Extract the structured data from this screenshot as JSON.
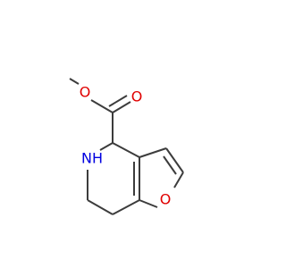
{
  "molecule": {
    "atoms": {
      "ester_carbonyl_oxygen": {
        "label": "O",
        "color": "#e00000"
      },
      "ester_ether_oxygen": {
        "label": "O",
        "color": "#e00000"
      },
      "amine_nitrogen": {
        "label": "NH",
        "color": "#0000e0"
      },
      "furan_oxygen": {
        "label": "O",
        "color": "#e00000"
      }
    },
    "bond_color": "#3c3c3c"
  }
}
